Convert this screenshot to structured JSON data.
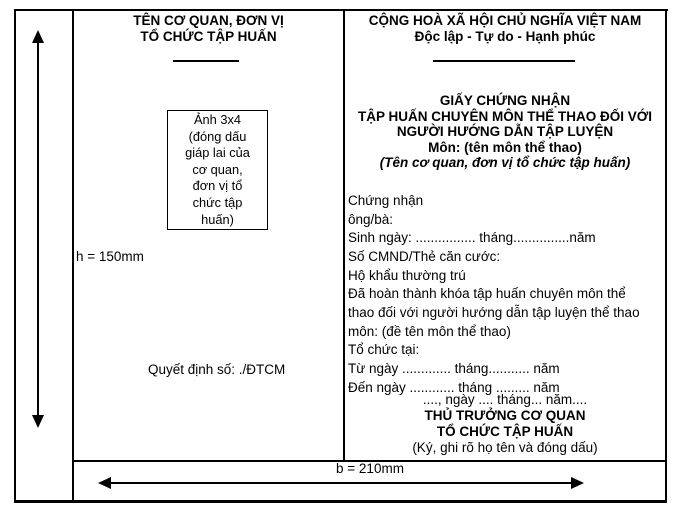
{
  "colors": {
    "ink": "#000000",
    "paper": "#ffffff"
  },
  "dimension_labels": {
    "height": "h = 150mm",
    "width": "b = 210mm"
  },
  "left_column": {
    "org_header_line1": "TÊN CƠ QUAN, ĐƠN VỊ",
    "org_header_line2": "TỔ CHỨC TẬP HUẤN",
    "photo_box_lines": [
      "Ảnh 3x4",
      "(đóng dấu",
      "giáp lai của",
      "cơ quan,",
      "đơn vị tổ",
      "chức tập",
      "huấn)"
    ],
    "decision_number": "Quyết định số: ./ĐTCM"
  },
  "right_column": {
    "national_header_line1": "CỘNG HOÀ XÃ HỘI CHỦ NGHĨA VIỆT NAM",
    "national_header_line2": "Độc lập - Tự do - Hạnh phúc",
    "title_lines": [
      "GIẤY CHỨNG NHẬN",
      "TẬP HUẤN CHUYÊN MÔN THỂ THAO ĐỐI VỚI",
      "NGƯỜI HƯỚNG DẪN TẬP LUYỆN",
      "Môn: (tên môn thể thao)",
      "(Tên cơ quan, đơn vị tổ chức tập huấn)"
    ],
    "body_lines": [
      "Chứng nhận",
      "ông/bà:",
      "Sinh ngày: ................ tháng...............năm",
      "Số CMND/Thẻ căn cước:",
      "Hộ khẩu thường trú",
      "Đã hoàn thành khóa tập huấn chuyên môn thể",
      "thao đối với người hướng dẫn tập luyện thể thao",
      "môn: (đề tên môn thể thao)",
      "Tổ chức tại:",
      "Từ ngày ............. tháng........... năm",
      "Đến ngày ............ tháng ......... năm"
    ],
    "signature": {
      "date_line": "...., ngày .... tháng... năm....",
      "signer_line1": "THỦ TRƯỞNG CƠ QUAN",
      "signer_line2": "TỔ CHỨC TẬP HUẤN",
      "note": "(Ký, ghi rõ họ tên và đóng dấu)"
    }
  }
}
